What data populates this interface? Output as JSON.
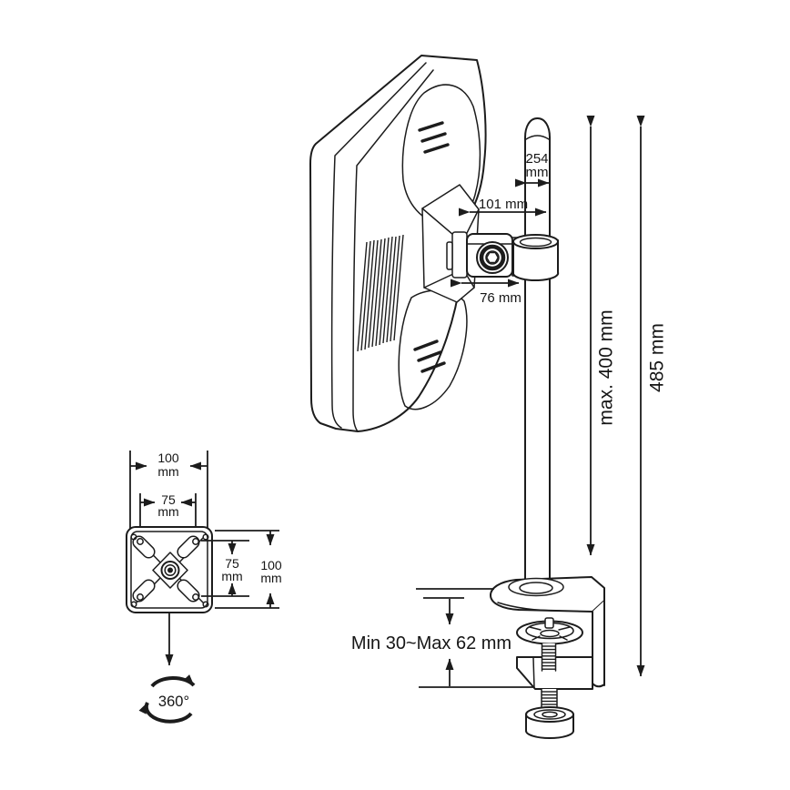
{
  "colors": {
    "ink": "#1c1c1c",
    "background": "#ffffff"
  },
  "dims": {
    "pole_diameter": {
      "value": "254",
      "unit": "mm"
    },
    "upper_offset": "101 mm",
    "lower_offset": "76 mm",
    "usable_height": "max. 400 mm",
    "total_height": "485 mm",
    "clamp_range": "Min 30~Max 62 mm",
    "rotation": "360°"
  },
  "vesa": {
    "outer_width": {
      "value": "100",
      "unit": "mm"
    },
    "inner_width": {
      "value": "75",
      "unit": "mm"
    },
    "inner_height": {
      "value": "75",
      "unit": "mm"
    },
    "outer_height": {
      "value": "100",
      "unit": "mm"
    }
  }
}
